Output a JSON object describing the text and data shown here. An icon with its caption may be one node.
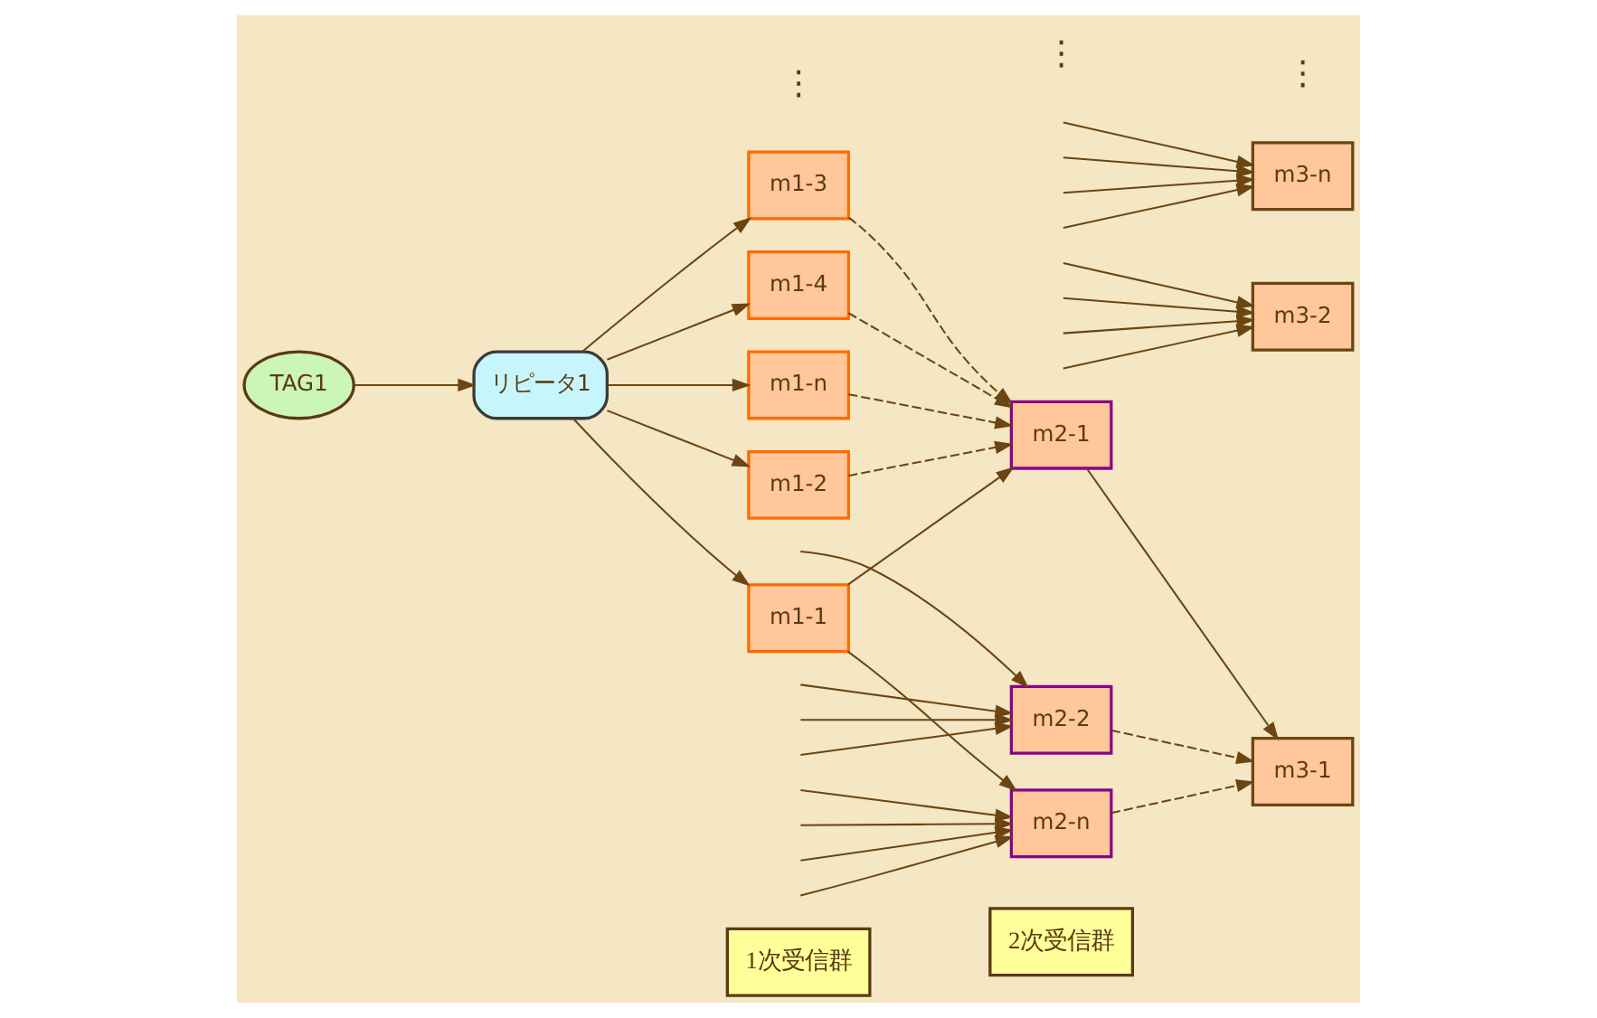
{
  "diagram": {
    "nodes": [
      {
        "text": [
          "TAG1"
        ]
      },
      {
        "text": [
          "リピータ1"
        ]
      },
      {
        "text": [
          "m1-1"
        ]
      },
      {
        "text": [
          "m1-2"
        ]
      },
      {
        "text": [
          "m1-3"
        ]
      },
      {
        "text": [
          "m1-4"
        ]
      },
      {
        "text": [
          "m1-n"
        ]
      },
      {
        "text": [
          "m2-1"
        ]
      },
      {
        "text": [
          "m2-2"
        ]
      },
      {
        "text": [
          "m2-n"
        ]
      },
      {
        "text": [
          "m3-1"
        ]
      },
      {
        "text": [
          "m3-2"
        ]
      },
      {
        "text": [
          "m3-n"
        ]
      }
    ],
    "edges": [
      {
        "from": 0,
        "to": 1,
        "arrow": "to"
      },
      {
        "from": 1,
        "to": 2,
        "arrow": "to"
      },
      {
        "from": 1,
        "to": 3,
        "arrow": "to"
      },
      {
        "from": 1,
        "to": 4,
        "arrow": "to"
      },
      {
        "from": 1,
        "to": 5,
        "arrow": "to"
      },
      {
        "from": 1,
        "to": 6,
        "arrow": "to"
      },
      {
        "from": 2,
        "to": 7,
        "arrow": "to"
      },
      {
        "from": 2,
        "to": 9,
        "arrow": "to"
      },
      {
        "from": 3,
        "to": 7,
        "arrow": "to",
        "style": "dashed"
      },
      {
        "from": 4,
        "to": 7,
        "arrow": "to",
        "style": "dashed"
      },
      {
        "from": 5,
        "to": 7,
        "arrow": "to",
        "style": "dashed"
      },
      {
        "from": 6,
        "to": 7,
        "arrow": "to",
        "style": "dashed"
      },
      {
        "from": null,
        "to": 8,
        "arrow": "to"
      },
      {
        "from": null,
        "to": 8,
        "arrow": "to"
      },
      {
        "from": null,
        "to": 8,
        "arrow": "to"
      },
      {
        "from": null,
        "to": 8,
        "arrow": "to"
      },
      {
        "from": null,
        "to": 9,
        "arrow": "to"
      },
      {
        "from": null,
        "to": 9,
        "arrow": "to"
      },
      {
        "from": null,
        "to": 9,
        "arrow": "to"
      },
      {
        "from": null,
        "to": 9,
        "arrow": "to"
      },
      {
        "from": 7,
        "to": 10,
        "arrow": "to"
      },
      {
        "from": 8,
        "to": 10,
        "arrow": "to",
        "style": "dashed"
      },
      {
        "from": 9,
        "to": 10,
        "arrow": "to",
        "style": "dashed"
      },
      {
        "from": null,
        "to": 11,
        "arrow": "to"
      },
      {
        "from": null,
        "to": 11,
        "arrow": "to"
      },
      {
        "from": null,
        "to": 11,
        "arrow": "to"
      },
      {
        "from": null,
        "to": 11,
        "arrow": "to"
      },
      {
        "from": null,
        "to": 12,
        "arrow": "to"
      },
      {
        "from": null,
        "to": 12,
        "arrow": "to"
      },
      {
        "from": null,
        "to": 12,
        "arrow": "to"
      },
      {
        "from": null,
        "to": 12,
        "arrow": "to"
      }
    ],
    "labels": [
      "1次受信群",
      "2次受信群",
      "⋮",
      "⋮",
      "⋮"
    ]
  }
}
